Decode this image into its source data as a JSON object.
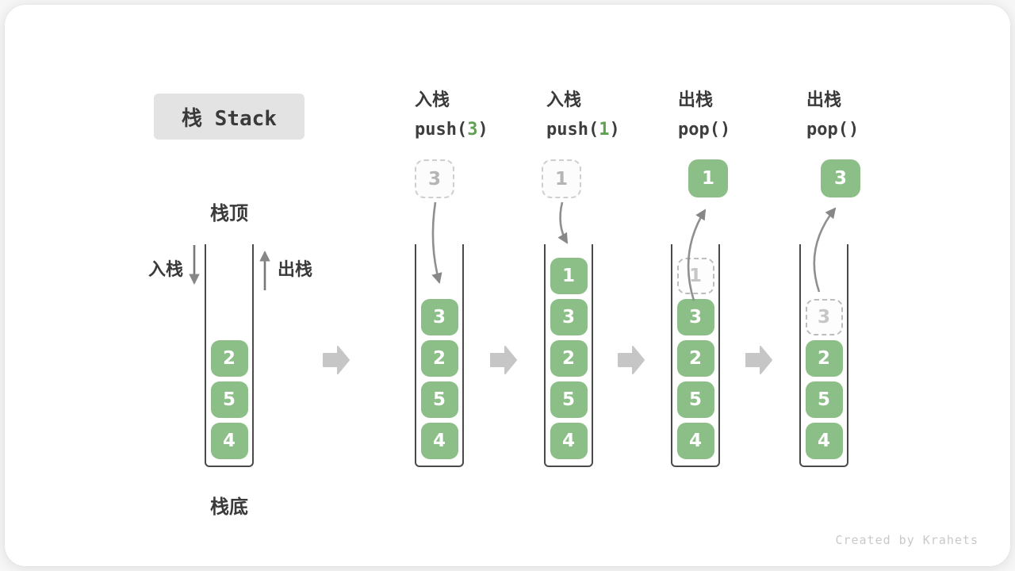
{
  "title": "栈 Stack",
  "labels": {
    "stack_top": "栈顶",
    "stack_bottom": "栈底",
    "push_side": "入栈",
    "pop_side": "出栈"
  },
  "operations": [
    {
      "name": "入栈",
      "code": {
        "pre": "push(",
        "arg": "3",
        "post": ")"
      }
    },
    {
      "name": "入栈",
      "code": {
        "pre": "push(",
        "arg": "1",
        "post": ")"
      }
    },
    {
      "name": "出栈",
      "code": {
        "pre": "pop(",
        "arg": "",
        "post": ")"
      }
    },
    {
      "name": "出栈",
      "code": {
        "pre": "pop(",
        "arg": "",
        "post": ")"
      }
    }
  ],
  "stacks": {
    "s0": {
      "items": [
        "2",
        "5",
        "4"
      ]
    },
    "s1": {
      "incoming": "3",
      "items": [
        "3",
        "2",
        "5",
        "4"
      ]
    },
    "s2": {
      "incoming": "1",
      "items": [
        "1",
        "3",
        "2",
        "5",
        "4"
      ]
    },
    "s3": {
      "outgoing": "1",
      "ghost": "1",
      "items": [
        "3",
        "2",
        "5",
        "4"
      ]
    },
    "s4": {
      "outgoing": "3",
      "ghost": "3",
      "items": [
        "2",
        "5",
        "4"
      ]
    }
  },
  "watermark": "Created by Krahets",
  "colors": {
    "cell_green": "#8cbe87",
    "code_arg_green": "#5fa052",
    "arrow_gray": "#878787",
    "step_arrow_gray": "#c6c6c6",
    "title_bg": "#e3e3e3",
    "dashed_border": "#cfcfcf",
    "wall_dark": "#4a4a4a"
  }
}
